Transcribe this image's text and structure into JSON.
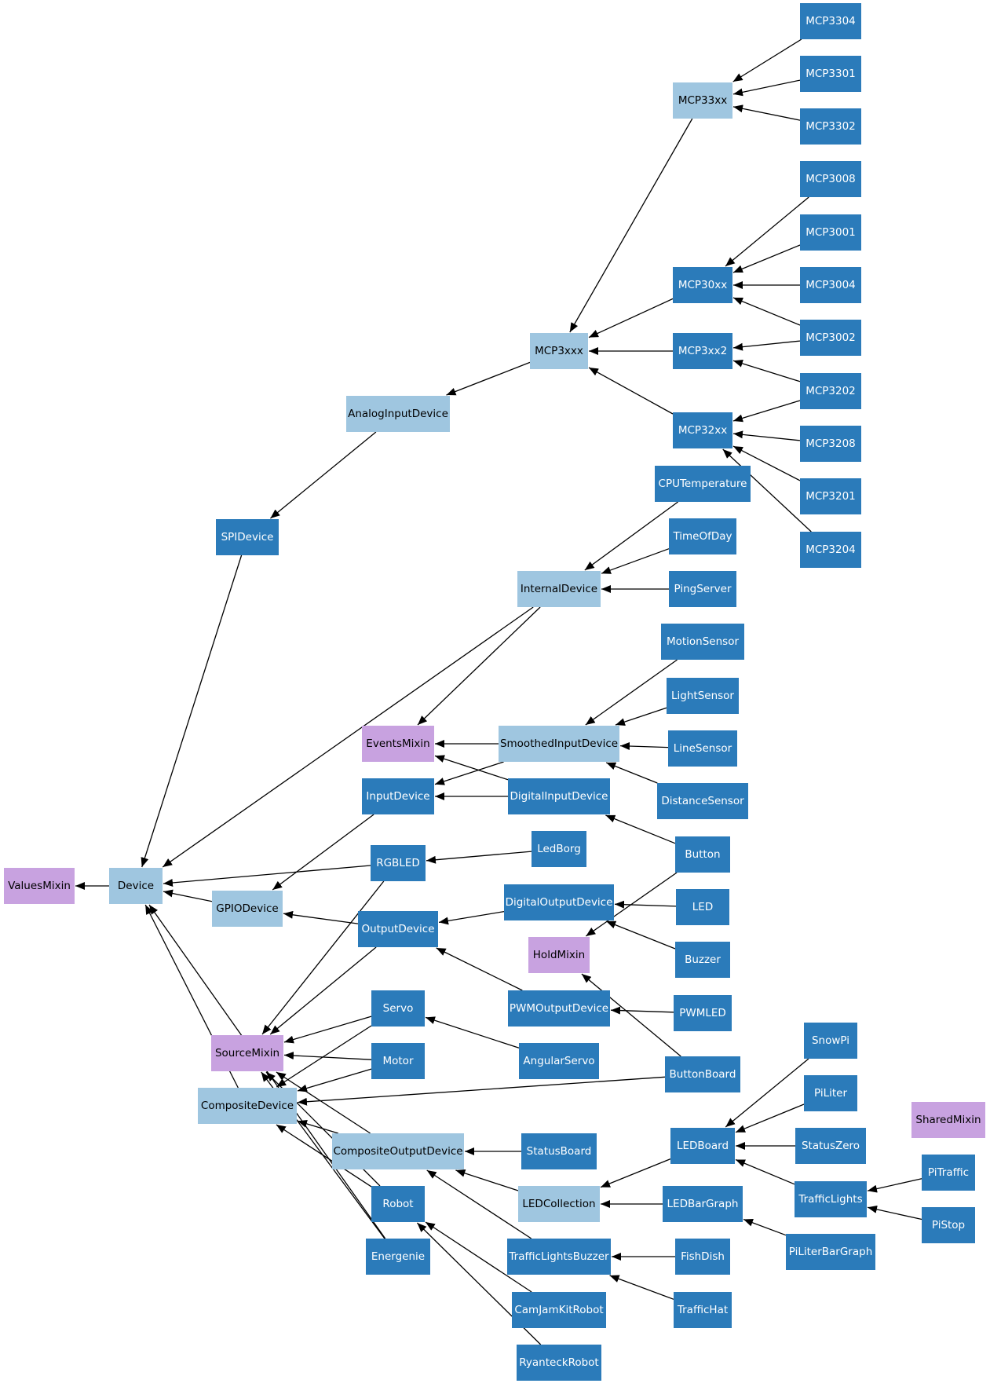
{
  "colors": {
    "concrete": "#2b7bba",
    "abstract": "#9fc6e0",
    "mixin": "#c8a2e0",
    "concrete_text": "#ffffff",
    "abstract_text": "#000000",
    "edge": "#000000"
  },
  "nodes": [
    {
      "id": "MCP3304",
      "label": "MCP3304",
      "kind": "concrete"
    },
    {
      "id": "MCP3301",
      "label": "MCP3301",
      "kind": "concrete"
    },
    {
      "id": "MCP3302",
      "label": "MCP3302",
      "kind": "concrete"
    },
    {
      "id": "MCP33xx",
      "label": "MCP33xx",
      "kind": "abstract"
    },
    {
      "id": "MCP3008",
      "label": "MCP3008",
      "kind": "concrete"
    },
    {
      "id": "MCP3001",
      "label": "MCP3001",
      "kind": "concrete"
    },
    {
      "id": "MCP3004",
      "label": "MCP3004",
      "kind": "concrete"
    },
    {
      "id": "MCP3002",
      "label": "MCP3002",
      "kind": "concrete"
    },
    {
      "id": "MCP3202",
      "label": "MCP3202",
      "kind": "concrete"
    },
    {
      "id": "MCP3208",
      "label": "MCP3208",
      "kind": "concrete"
    },
    {
      "id": "MCP3201",
      "label": "MCP3201",
      "kind": "concrete"
    },
    {
      "id": "MCP3204",
      "label": "MCP3204",
      "kind": "concrete"
    },
    {
      "id": "MCP30xx",
      "label": "MCP30xx",
      "kind": "concrete"
    },
    {
      "id": "MCP3xx2",
      "label": "MCP3xx2",
      "kind": "concrete"
    },
    {
      "id": "MCP32xx",
      "label": "MCP32xx",
      "kind": "concrete"
    },
    {
      "id": "MCP3xxx",
      "label": "MCP3xxx",
      "kind": "abstract"
    },
    {
      "id": "AnalogInputDevice",
      "label": "AnalogInputDevice",
      "kind": "abstract"
    },
    {
      "id": "SPIDevice",
      "label": "SPIDevice",
      "kind": "concrete"
    },
    {
      "id": "CPUTemperature",
      "label": "CPUTemperature",
      "kind": "concrete"
    },
    {
      "id": "TimeOfDay",
      "label": "TimeOfDay",
      "kind": "concrete"
    },
    {
      "id": "PingServer",
      "label": "PingServer",
      "kind": "concrete"
    },
    {
      "id": "InternalDevice",
      "label": "InternalDevice",
      "kind": "abstract"
    },
    {
      "id": "MotionSensor",
      "label": "MotionSensor",
      "kind": "concrete"
    },
    {
      "id": "LightSensor",
      "label": "LightSensor",
      "kind": "concrete"
    },
    {
      "id": "LineSensor",
      "label": "LineSensor",
      "kind": "concrete"
    },
    {
      "id": "DistanceSensor",
      "label": "DistanceSensor",
      "kind": "concrete"
    },
    {
      "id": "EventsMixin",
      "label": "EventsMixin",
      "kind": "mixin"
    },
    {
      "id": "SmoothedInputDevice",
      "label": "SmoothedInputDevice",
      "kind": "abstract"
    },
    {
      "id": "InputDevice",
      "label": "InputDevice",
      "kind": "concrete"
    },
    {
      "id": "DigitalInputDevice",
      "label": "DigitalInputDevice",
      "kind": "concrete"
    },
    {
      "id": "RGBLED",
      "label": "RGBLED",
      "kind": "concrete"
    },
    {
      "id": "LedBorg",
      "label": "LedBorg",
      "kind": "concrete"
    },
    {
      "id": "Button",
      "label": "Button",
      "kind": "concrete"
    },
    {
      "id": "ValuesMixin",
      "label": "ValuesMixin",
      "kind": "mixin"
    },
    {
      "id": "Device",
      "label": "Device",
      "kind": "abstract"
    },
    {
      "id": "GPIODevice",
      "label": "GPIODevice",
      "kind": "abstract"
    },
    {
      "id": "DigitalOutputDevice",
      "label": "DigitalOutputDevice",
      "kind": "concrete"
    },
    {
      "id": "LED",
      "label": "LED",
      "kind": "concrete"
    },
    {
      "id": "OutputDevice",
      "label": "OutputDevice",
      "kind": "concrete"
    },
    {
      "id": "HoldMixin",
      "label": "HoldMixin",
      "kind": "mixin"
    },
    {
      "id": "Buzzer",
      "label": "Buzzer",
      "kind": "concrete"
    },
    {
      "id": "Servo",
      "label": "Servo",
      "kind": "concrete"
    },
    {
      "id": "PWMOutputDevice",
      "label": "PWMOutputDevice",
      "kind": "concrete"
    },
    {
      "id": "PWMLED",
      "label": "PWMLED",
      "kind": "concrete"
    },
    {
      "id": "SourceMixin",
      "label": "SourceMixin",
      "kind": "mixin"
    },
    {
      "id": "Motor",
      "label": "Motor",
      "kind": "concrete"
    },
    {
      "id": "AngularServo",
      "label": "AngularServo",
      "kind": "concrete"
    },
    {
      "id": "SnowPi",
      "label": "SnowPi",
      "kind": "concrete"
    },
    {
      "id": "ButtonBoard",
      "label": "ButtonBoard",
      "kind": "concrete"
    },
    {
      "id": "CompositeDevice",
      "label": "CompositeDevice",
      "kind": "abstract"
    },
    {
      "id": "PiLiter",
      "label": "PiLiter",
      "kind": "concrete"
    },
    {
      "id": "SharedMixin",
      "label": "SharedMixin",
      "kind": "mixin"
    },
    {
      "id": "LEDBoard",
      "label": "LEDBoard",
      "kind": "concrete"
    },
    {
      "id": "StatusZero",
      "label": "StatusZero",
      "kind": "concrete"
    },
    {
      "id": "CompositeOutputDevice",
      "label": "CompositeOutputDevice",
      "kind": "abstract"
    },
    {
      "id": "StatusBoard",
      "label": "StatusBoard",
      "kind": "concrete"
    },
    {
      "id": "PiTraffic",
      "label": "PiTraffic",
      "kind": "concrete"
    },
    {
      "id": "TrafficLights",
      "label": "TrafficLights",
      "kind": "concrete"
    },
    {
      "id": "Robot",
      "label": "Robot",
      "kind": "concrete"
    },
    {
      "id": "LEDCollection",
      "label": "LEDCollection",
      "kind": "abstract"
    },
    {
      "id": "LEDBarGraph",
      "label": "LEDBarGraph",
      "kind": "concrete"
    },
    {
      "id": "PiStop",
      "label": "PiStop",
      "kind": "concrete"
    },
    {
      "id": "PiLiterBarGraph",
      "label": "PiLiterBarGraph",
      "kind": "concrete"
    },
    {
      "id": "Energenie",
      "label": "Energenie",
      "kind": "concrete"
    },
    {
      "id": "TrafficLightsBuzzer",
      "label": "TrafficLightsBuzzer",
      "kind": "concrete"
    },
    {
      "id": "FishDish",
      "label": "FishDish",
      "kind": "concrete"
    },
    {
      "id": "CamJamKitRobot",
      "label": "CamJamKitRobot",
      "kind": "concrete"
    },
    {
      "id": "TrafficHat",
      "label": "TrafficHat",
      "kind": "concrete"
    },
    {
      "id": "RyanteckRobot",
      "label": "RyanteckRobot",
      "kind": "concrete"
    }
  ],
  "edges": [
    {
      "from": "MCP3304",
      "to": "MCP33xx"
    },
    {
      "from": "MCP3301",
      "to": "MCP33xx"
    },
    {
      "from": "MCP3302",
      "to": "MCP33xx"
    },
    {
      "from": "MCP33xx",
      "to": "MCP3xxx"
    },
    {
      "from": "MCP3008",
      "to": "MCP30xx"
    },
    {
      "from": "MCP3001",
      "to": "MCP30xx"
    },
    {
      "from": "MCP3004",
      "to": "MCP30xx"
    },
    {
      "from": "MCP3002",
      "to": "MCP30xx"
    },
    {
      "from": "MCP3002",
      "to": "MCP3xx2"
    },
    {
      "from": "MCP3202",
      "to": "MCP3xx2"
    },
    {
      "from": "MCP3202",
      "to": "MCP32xx"
    },
    {
      "from": "MCP3208",
      "to": "MCP32xx"
    },
    {
      "from": "MCP3201",
      "to": "MCP32xx"
    },
    {
      "from": "MCP3204",
      "to": "MCP32xx"
    },
    {
      "from": "MCP30xx",
      "to": "MCP3xxx"
    },
    {
      "from": "MCP3xx2",
      "to": "MCP3xxx"
    },
    {
      "from": "MCP32xx",
      "to": "MCP3xxx"
    },
    {
      "from": "MCP3xxx",
      "to": "AnalogInputDevice"
    },
    {
      "from": "AnalogInputDevice",
      "to": "SPIDevice"
    },
    {
      "from": "SPIDevice",
      "to": "Device"
    },
    {
      "from": "CPUTemperature",
      "to": "InternalDevice"
    },
    {
      "from": "TimeOfDay",
      "to": "InternalDevice"
    },
    {
      "from": "PingServer",
      "to": "InternalDevice"
    },
    {
      "from": "InternalDevice",
      "to": "EventsMixin"
    },
    {
      "from": "InternalDevice",
      "to": "Device"
    },
    {
      "from": "MotionSensor",
      "to": "SmoothedInputDevice"
    },
    {
      "from": "LightSensor",
      "to": "SmoothedInputDevice"
    },
    {
      "from": "LineSensor",
      "to": "SmoothedInputDevice"
    },
    {
      "from": "DistanceSensor",
      "to": "SmoothedInputDevice"
    },
    {
      "from": "SmoothedInputDevice",
      "to": "EventsMixin"
    },
    {
      "from": "SmoothedInputDevice",
      "to": "InputDevice"
    },
    {
      "from": "DigitalInputDevice",
      "to": "EventsMixin"
    },
    {
      "from": "DigitalInputDevice",
      "to": "InputDevice"
    },
    {
      "from": "InputDevice",
      "to": "GPIODevice"
    },
    {
      "from": "Button",
      "to": "DigitalInputDevice"
    },
    {
      "from": "Button",
      "to": "HoldMixin"
    },
    {
      "from": "LedBorg",
      "to": "RGBLED"
    },
    {
      "from": "RGBLED",
      "to": "Device"
    },
    {
      "from": "RGBLED",
      "to": "SourceMixin"
    },
    {
      "from": "Device",
      "to": "ValuesMixin"
    },
    {
      "from": "GPIODevice",
      "to": "Device"
    },
    {
      "from": "OutputDevice",
      "to": "GPIODevice"
    },
    {
      "from": "OutputDevice",
      "to": "SourceMixin"
    },
    {
      "from": "LED",
      "to": "DigitalOutputDevice"
    },
    {
      "from": "Buzzer",
      "to": "DigitalOutputDevice"
    },
    {
      "from": "DigitalOutputDevice",
      "to": "OutputDevice"
    },
    {
      "from": "PWMOutputDevice",
      "to": "OutputDevice"
    },
    {
      "from": "PWMLED",
      "to": "PWMOutputDevice"
    },
    {
      "from": "AngularServo",
      "to": "Servo"
    },
    {
      "from": "Servo",
      "to": "SourceMixin"
    },
    {
      "from": "Servo",
      "to": "CompositeDevice"
    },
    {
      "from": "Motor",
      "to": "SourceMixin"
    },
    {
      "from": "Motor",
      "to": "CompositeDevice"
    },
    {
      "from": "ButtonBoard",
      "to": "HoldMixin"
    },
    {
      "from": "ButtonBoard",
      "to": "CompositeDevice"
    },
    {
      "from": "CompositeDevice",
      "to": "Device"
    },
    {
      "from": "CompositeOutputDevice",
      "to": "SourceMixin"
    },
    {
      "from": "CompositeOutputDevice",
      "to": "CompositeDevice"
    },
    {
      "from": "StatusBoard",
      "to": "CompositeOutputDevice"
    },
    {
      "from": "Robot",
      "to": "SourceMixin"
    },
    {
      "from": "Robot",
      "to": "CompositeDevice"
    },
    {
      "from": "Energenie",
      "to": "SourceMixin"
    },
    {
      "from": "Energenie",
      "to": "Device"
    },
    {
      "from": "SnowPi",
      "to": "LEDBoard"
    },
    {
      "from": "PiLiter",
      "to": "LEDBoard"
    },
    {
      "from": "StatusZero",
      "to": "LEDBoard"
    },
    {
      "from": "TrafficLights",
      "to": "LEDBoard"
    },
    {
      "from": "PiTraffic",
      "to": "TrafficLights"
    },
    {
      "from": "PiStop",
      "to": "TrafficLights"
    },
    {
      "from": "LEDBoard",
      "to": "LEDCollection"
    },
    {
      "from": "LEDBarGraph",
      "to": "LEDCollection"
    },
    {
      "from": "PiLiterBarGraph",
      "to": "LEDBarGraph"
    },
    {
      "from": "LEDCollection",
      "to": "CompositeOutputDevice"
    },
    {
      "from": "TrafficLightsBuzzer",
      "to": "CompositeOutputDevice"
    },
    {
      "from": "FishDish",
      "to": "TrafficLightsBuzzer"
    },
    {
      "from": "TrafficHat",
      "to": "TrafficLightsBuzzer"
    },
    {
      "from": "CamJamKitRobot",
      "to": "Robot"
    },
    {
      "from": "RyanteckRobot",
      "to": "Robot"
    }
  ]
}
